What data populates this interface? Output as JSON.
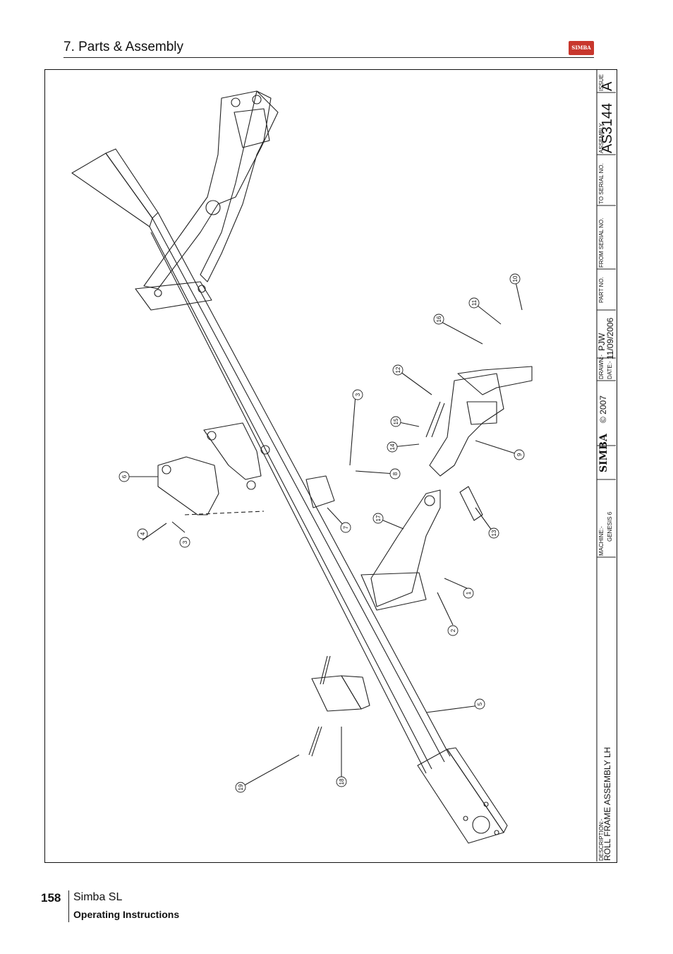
{
  "header": {
    "section_title": "7. Parts & Assembly",
    "logo_text": "SIMBA"
  },
  "title_block": {
    "issue_label": "ISSUE",
    "issue_value": "A",
    "assembly_label": "ASSEMBLY",
    "assembly_value": "AS3144",
    "to_serial_label": "TO SERIAL NO.",
    "from_serial_label": "FROM SERIAL NO.",
    "part_no_label": "PART NO.",
    "drawn_label": "DRAWN:-",
    "drawn_value": "PJW",
    "date_label": "DATE:-",
    "date_value": "11/09/2006",
    "brand": "SIMBA",
    "copyright": "© 2007",
    "machine_label": "MACHINE:-",
    "machine_value": "GENESIS 6",
    "description_label": "DESCRIPTION:-",
    "description_value": "ROLL FRAME ASSEMBLY LH"
  },
  "callouts": [
    "1",
    "2",
    "3",
    "3",
    "4",
    "5",
    "6",
    "7",
    "8",
    "9",
    "10",
    "11",
    "12",
    "13",
    "14",
    "15",
    "16",
    "17",
    "18",
    "19"
  ],
  "footer": {
    "page_number": "158",
    "model": "Simba SL",
    "subtitle": "Operating Instructions"
  }
}
